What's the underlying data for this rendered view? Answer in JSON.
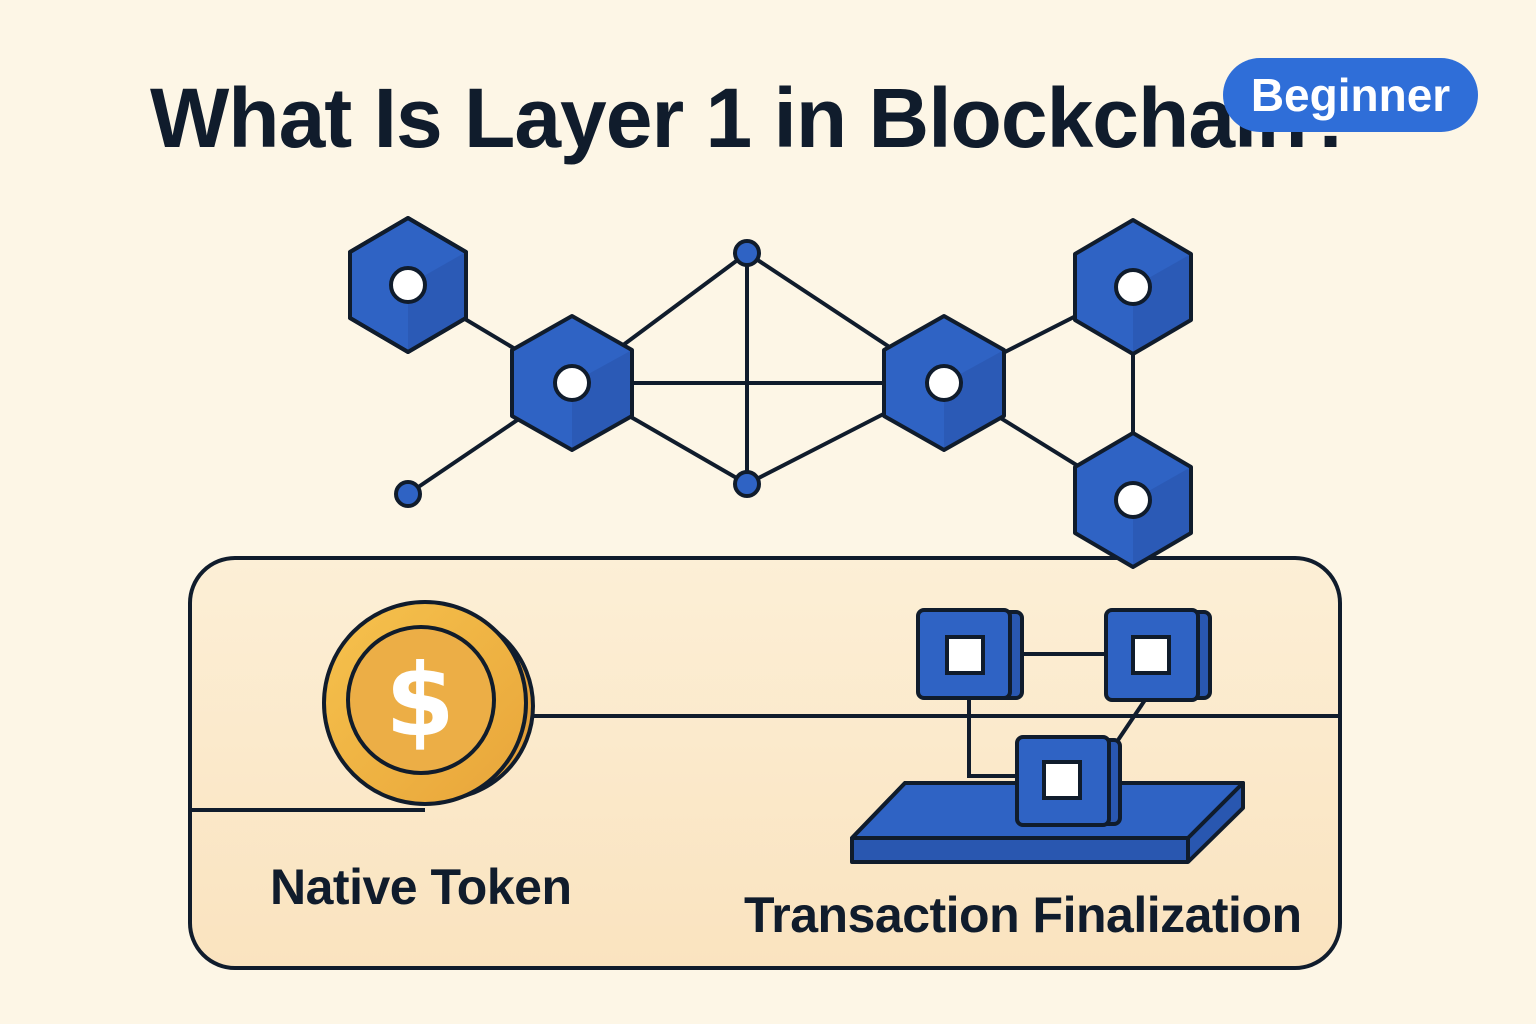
{
  "title": "What Is Layer 1 in Blockchain?",
  "badge": "Beginner",
  "labels": {
    "native_token": "Native Token",
    "transaction_finalization": "Transaction Finalization"
  },
  "icons": {
    "token": "dollar-coin-icon",
    "node": "hexagon-node-icon",
    "block": "cube-block-icon"
  },
  "colors": {
    "background": "#fdf6e6",
    "panel": "#fbe6c4",
    "node_blue": "#2f63c4",
    "outline": "#101c2c",
    "coin_gold": "#f2b845",
    "badge": "#2f6ed8"
  }
}
